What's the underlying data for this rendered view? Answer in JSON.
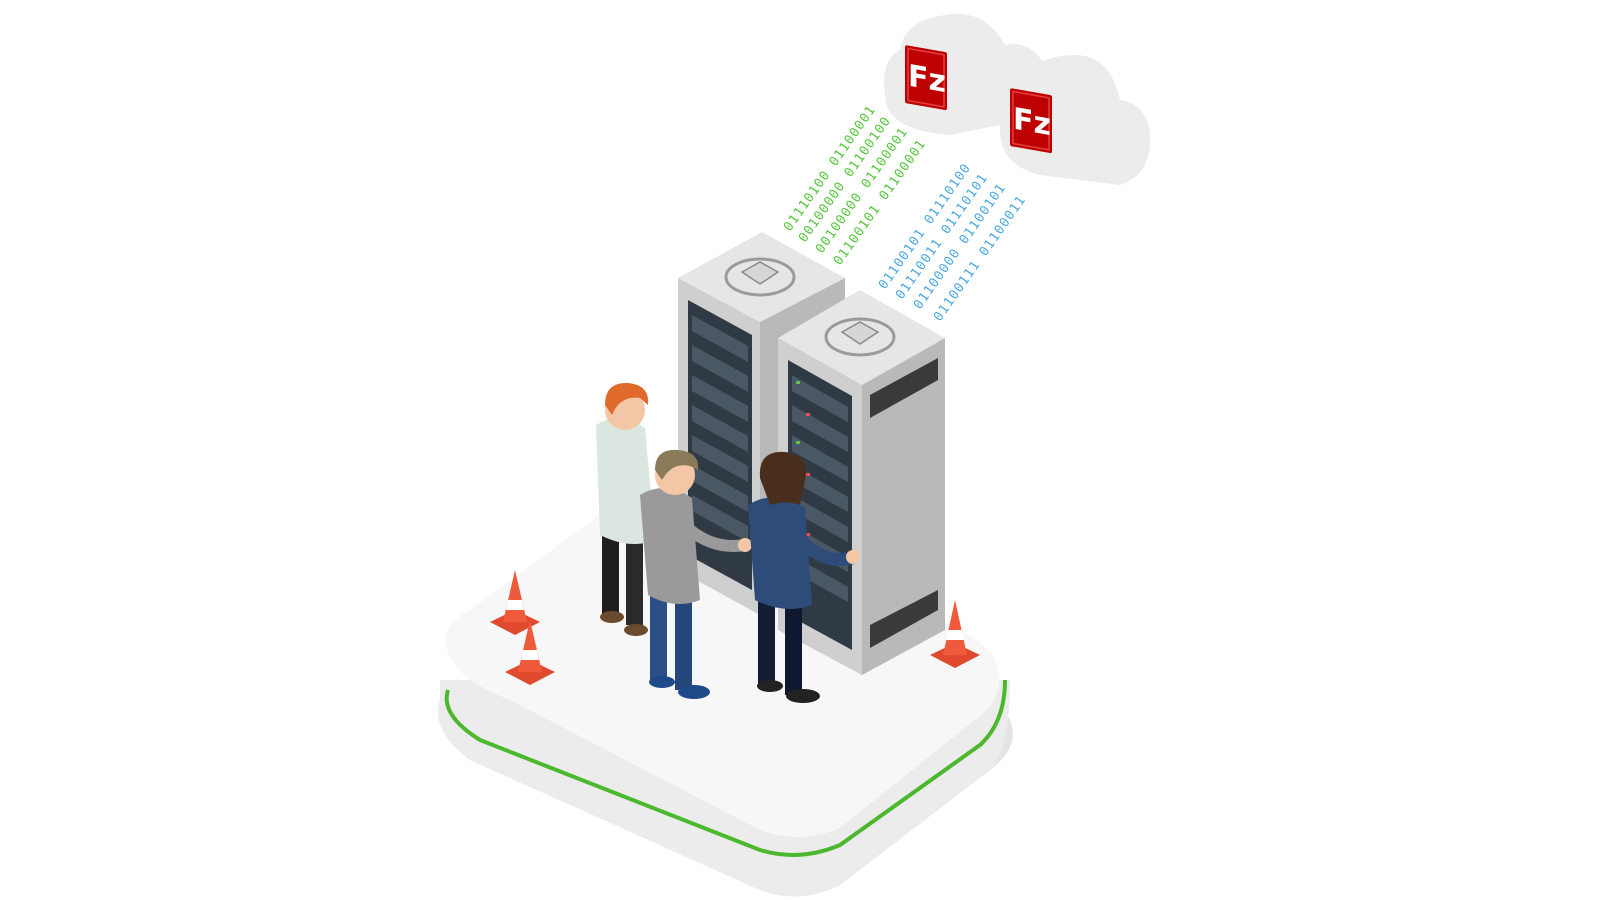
{
  "illustration": {
    "logo": {
      "text": "Fz",
      "color": "#bf0000"
    },
    "data_streams": {
      "green": {
        "color": "#54c63c",
        "lines": [
          "01110100 01100001",
          "00100000 01100100",
          "00100000 01100001",
          "01100101 01100001"
        ]
      },
      "blue": {
        "color": "#4aa8e0",
        "lines": [
          "01100101 01110100",
          "01110011 01110101",
          "01100000 01100101",
          "01100111 01100011"
        ]
      }
    },
    "colors": {
      "platform_top": "#f7f7f7",
      "platform_side": "#e4e4e4",
      "platform_edge": "#4cb82e",
      "rack_light": "#e6e6e6",
      "rack_mid": "#cfcfcf",
      "rack_dark": "#b9b9b9",
      "rack_panel": "#2f3a45",
      "cone": "#f05a3c",
      "cloud": "#ececec"
    },
    "icons": [
      "server-rack-icon",
      "traffic-cone-icon",
      "cloud-icon",
      "filezilla-logo-icon",
      "person-icon"
    ]
  }
}
